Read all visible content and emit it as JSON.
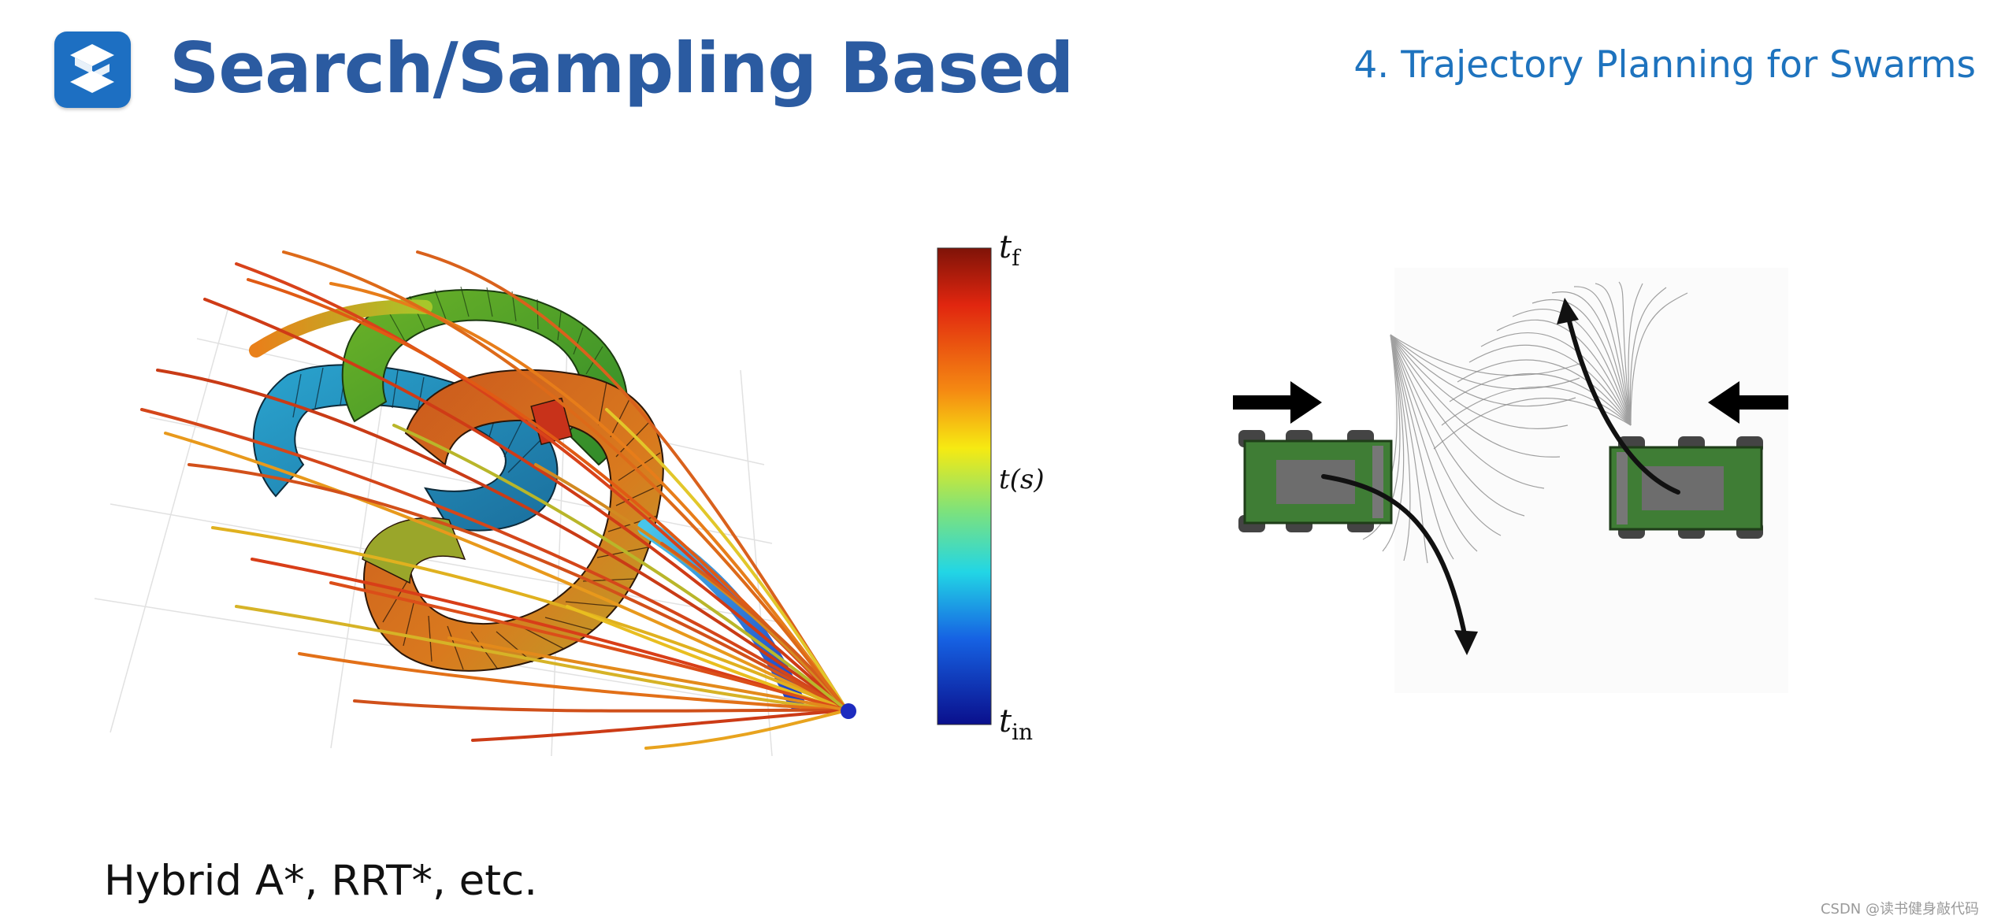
{
  "logo": {
    "icon": "stacked-s-logo",
    "color": "#1d6fc2"
  },
  "header": {
    "title": "Search/Sampling Based",
    "section": "4. Trajectory Planning for Swarms"
  },
  "left_figure": {
    "colorbar": {
      "top_symbol": "t",
      "top_subscript": "f",
      "mid_label": "t(s)",
      "bottom_symbol": "t",
      "bottom_subscript": "in"
    }
  },
  "right_figure": {
    "left_arrow_direction": "right",
    "right_arrow_direction": "left"
  },
  "caption": "Hybrid A*, RRT*, etc.",
  "watermark": "CSDN @读书健身敲代码",
  "colors": {
    "title": "#2b5ba1",
    "section": "#1e73be",
    "vehicle": "#3f7d35"
  }
}
